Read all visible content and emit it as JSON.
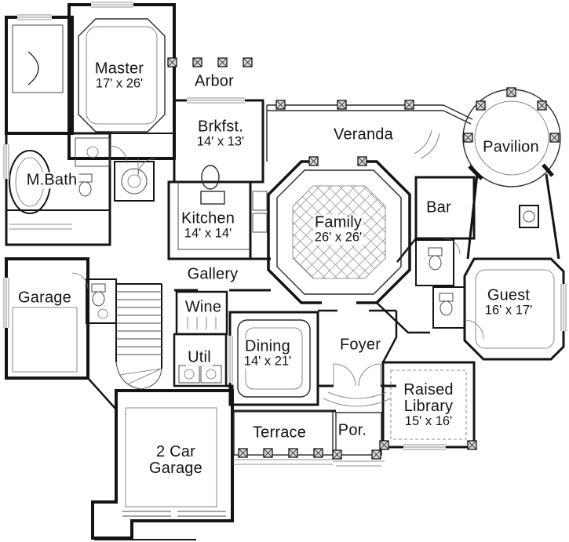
{
  "colors": {
    "ink": "#141414",
    "detail": "#6b6b6b",
    "background": "#ffffff"
  },
  "rooms": {
    "master": {
      "name": "Master",
      "dims": "17' x 26'"
    },
    "arbor": {
      "name": "Arbor"
    },
    "brkfst": {
      "name": "Brkfst.",
      "dims": "14' x 13'"
    },
    "veranda": {
      "name": "Veranda"
    },
    "pavilion": {
      "name": "Pavilion"
    },
    "mbath": {
      "name": "M.Bath"
    },
    "kitchen": {
      "name": "Kitchen",
      "dims": "14' x 14'"
    },
    "family": {
      "name": "Family",
      "dims": "26' x 26'"
    },
    "bar": {
      "name": "Bar"
    },
    "gallery": {
      "name": "Gallery"
    },
    "garage": {
      "name": "Garage"
    },
    "wine": {
      "name": "Wine"
    },
    "guest": {
      "name": "Guest",
      "dims": "16' x 17'"
    },
    "util": {
      "name": "Util"
    },
    "dining": {
      "name": "Dining",
      "dims": "14' x 21'"
    },
    "foyer": {
      "name": "Foyer"
    },
    "library": {
      "name": "Raised",
      "name2": "Library",
      "dims": "15' x 16'"
    },
    "terrace": {
      "name": "Terrace"
    },
    "porch": {
      "name": "Por."
    },
    "garage2": {
      "name": "2 Car",
      "name2": "Garage"
    }
  }
}
